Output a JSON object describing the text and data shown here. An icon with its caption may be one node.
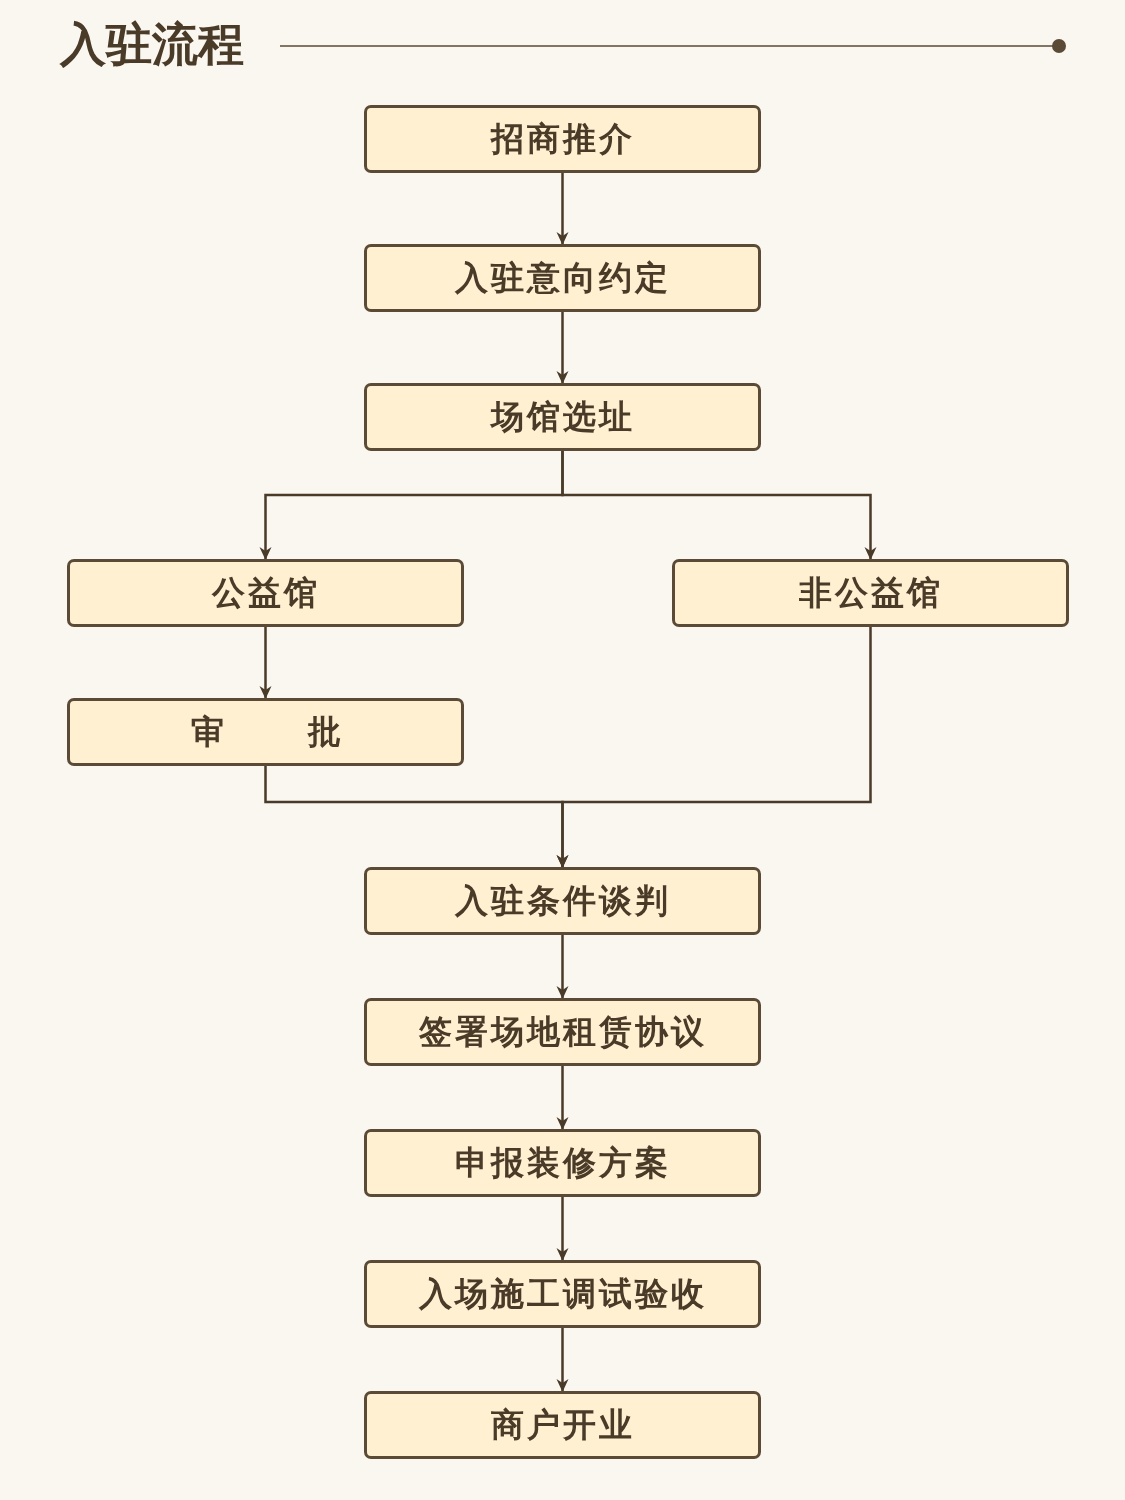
{
  "diagram": {
    "title": "入驻流程",
    "nodes": [
      {
        "text": [
          "招商推介"
        ]
      },
      {
        "text": [
          "入驻意向约定"
        ]
      },
      {
        "text": [
          "场馆选址"
        ]
      },
      {
        "text": [
          "公益馆"
        ]
      },
      {
        "text": [
          "非公益馆"
        ]
      },
      {
        "text": [
          "审批"
        ]
      },
      {
        "text": [
          "入驻条件谈判"
        ]
      },
      {
        "text": [
          "签署场地租赁协议"
        ]
      },
      {
        "text": [
          "申报装修方案"
        ]
      },
      {
        "text": [
          "入场施工调试验收"
        ]
      },
      {
        "text": [
          "商户开业"
        ]
      }
    ],
    "edges": [
      {
        "from": 0,
        "to": 1,
        "arrow": "to"
      },
      {
        "from": 1,
        "to": 2,
        "arrow": "to"
      },
      {
        "from": 2,
        "to": 3,
        "arrow": "to"
      },
      {
        "from": 2,
        "to": 4,
        "arrow": "to"
      },
      {
        "from": 3,
        "to": 5,
        "arrow": "to"
      },
      {
        "from": 5,
        "to": 6,
        "arrow": "to"
      },
      {
        "from": 4,
        "to": 6,
        "arrow": "to"
      },
      {
        "from": 6,
        "to": 7,
        "arrow": "to"
      },
      {
        "from": 7,
        "to": 8,
        "arrow": "to"
      },
      {
        "from": 8,
        "to": 9,
        "arrow": "to"
      },
      {
        "from": 9,
        "to": 10,
        "arrow": "to"
      }
    ]
  }
}
